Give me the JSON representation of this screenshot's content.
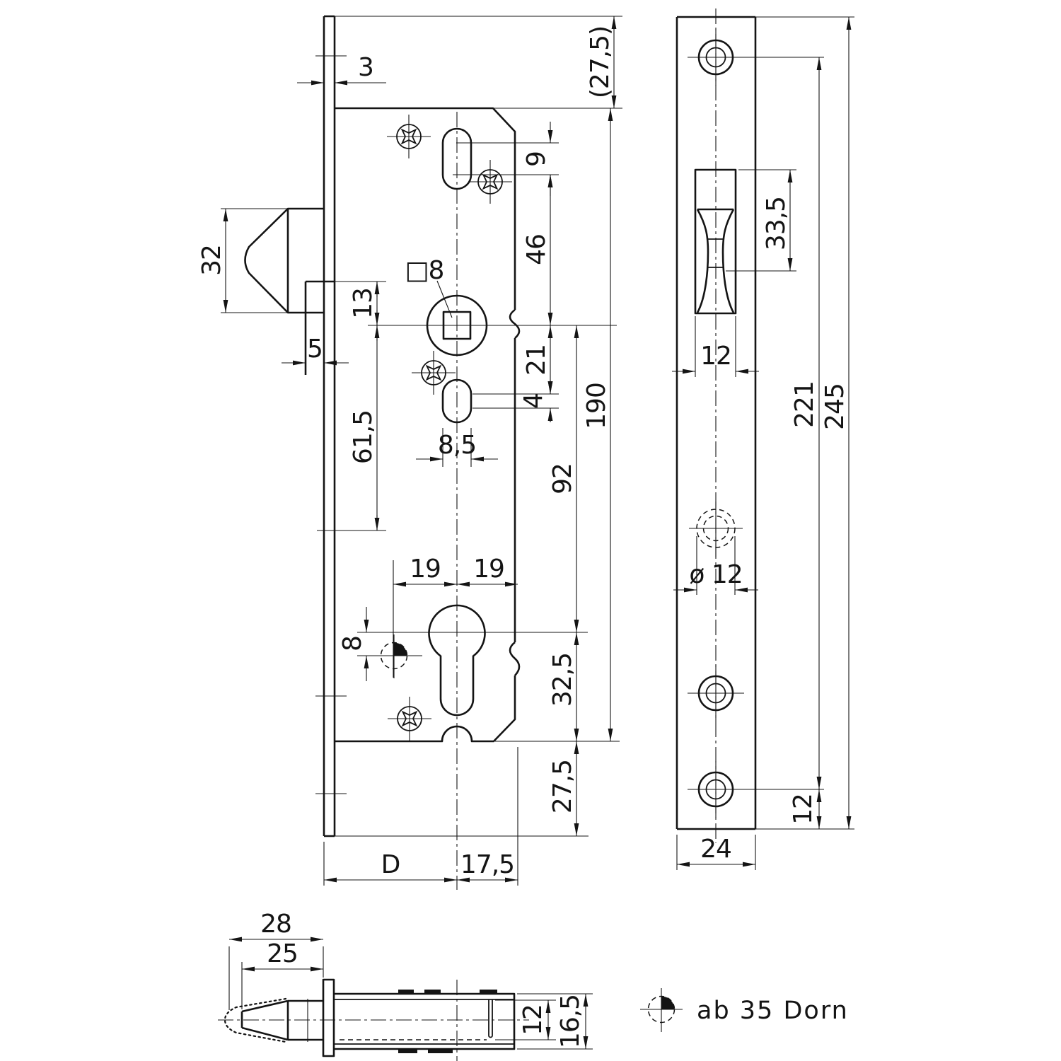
{
  "colors": {
    "line": "#141414",
    "background": "#ffffff"
  },
  "side_view": {
    "dims": {
      "faceplate_thickness": "3",
      "top_margin": "(27,5)",
      "top_slot_length": "9",
      "slot_to_spindle": "46",
      "latch_height": "32",
      "guide_to_spindle": "13",
      "guide_protrusion": "5",
      "spindle_square": "□8",
      "spindle_to_slot": "21",
      "bottom_slot_length": "4",
      "case_length": "190",
      "spindle_to_hole": "61,5",
      "slot_width": "8,5",
      "spindle_to_cylinder": "92",
      "cylinder_offset_left": "19",
      "cylinder_offset_right": "19",
      "dorn_hole_offset": "8",
      "cylinder_to_case_end": "32,5",
      "bottom_margin": "27,5",
      "backset": "D",
      "center_to_back": "17,5"
    }
  },
  "front_view": {
    "dims": {
      "latch_cutout_height": "33,5",
      "latch_cutout_width": "12",
      "hidden_hole_diameter": "ø 12",
      "screw_hole_distance": "221",
      "faceplate_length": "245",
      "screw_to_end": "12",
      "faceplate_width": "24"
    }
  },
  "pin_detail": {
    "dims": {
      "overall_length": "28",
      "pin_length": "25",
      "pin_diameter": "12",
      "sleeve_diameter": "16,5"
    }
  },
  "legend": {
    "note": "ab 35 Dorn"
  }
}
